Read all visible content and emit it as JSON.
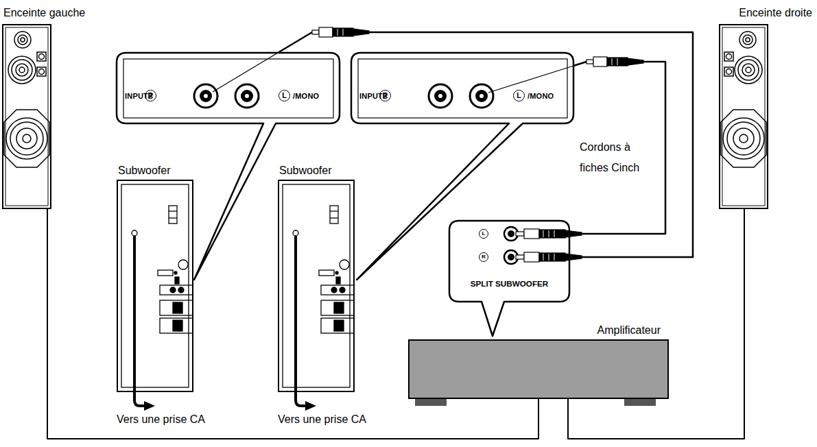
{
  "diagram": {
    "nodes": [
      {
        "text": [
          "Enceinte gauche"
        ]
      },
      {
        "text": [
          "INPUT2",
          "R",
          "L",
          "/MONO"
        ]
      },
      {
        "text": [
          "INPUT2",
          "R",
          "L",
          "/MONO"
        ]
      },
      {
        "text": [
          "Enceinte droite"
        ]
      },
      {
        "text": [
          "Subwoofer"
        ]
      },
      {
        "text": [
          "Subwoofer"
        ]
      },
      {
        "text": [
          "L",
          "R",
          "SPLIT SUBWOOFER"
        ]
      },
      {
        "text": [
          "Amplificateur"
        ]
      }
    ],
    "edges": [
      {
        "from": 6,
        "to": 1,
        "arrow": "none"
      },
      {
        "from": 6,
        "to": 2,
        "arrow": "none"
      },
      {
        "from": 7,
        "to": 0,
        "arrow": "none"
      },
      {
        "from": 7,
        "to": 3,
        "arrow": "none"
      }
    ],
    "labels": [
      "Cordons à fiches Cinch",
      "Vers une prise CA",
      "Vers une prise CA"
    ]
  }
}
